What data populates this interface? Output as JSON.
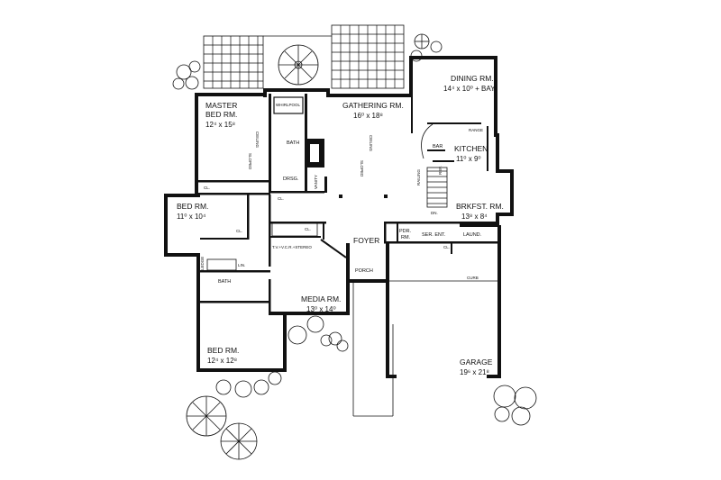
{
  "rooms": {
    "master": {
      "name1": "MASTER",
      "name2": "BED RM.",
      "dim": "12⁴ x 15⁸"
    },
    "gathering": {
      "name": "GATHERING RM.",
      "dim": "16⁰ x 18⁸"
    },
    "dining": {
      "name": "DINING RM.",
      "dim": "14⁴ x 10⁰ + BAY"
    },
    "kitchen": {
      "name": "KITCHEN",
      "dim": "11⁰ x 9⁰"
    },
    "brkfst": {
      "name": "BRKFST. RM.",
      "dim": "13⁸ x 8⁴"
    },
    "bed2": {
      "name": "BED RM.",
      "dim": "11⁰ x 10⁴"
    },
    "bed3": {
      "name": "BED RM.",
      "dim": "12⁴ x 12⁸"
    },
    "media": {
      "name": "MEDIA RM.",
      "dim": "13⁰ x 14⁰"
    },
    "garage": {
      "name": "GARAGE",
      "dim": "19⁶ x 21⁸"
    },
    "foyer": "FOYER",
    "porch": "PORCH",
    "bath_master": "BATH",
    "bath2": "BATH",
    "drsg": "DRSG.",
    "pdr": {
      "l1": "PDR.",
      "l2": "RM."
    },
    "ser_ent": "SER. ENT.",
    "laund": "LAUND.",
    "bar": "BAR"
  },
  "fixtures": {
    "whirlpool": "WHIRLPOOL",
    "tv": "T.V.+V.C.R.+STEREO",
    "vanity": "VANITY",
    "linen": "LIN.",
    "range": "RANGE",
    "ref": "REF.",
    "railing": "RAILING",
    "curb": "CURB",
    "dn": "DN.",
    "ledge": "LEDGE"
  },
  "notes": {
    "ceiling": "CEILING",
    "sloped": "SLOPED",
    "cl": "CL."
  }
}
